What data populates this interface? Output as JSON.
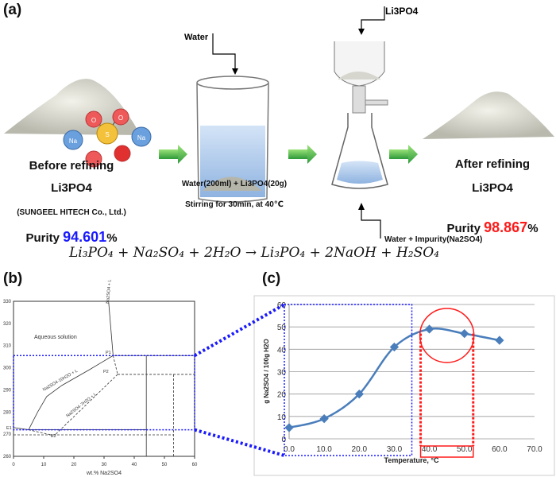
{
  "panel_a": {
    "label": "(a)",
    "pile_label": "Li3PO",
    "ion_na": "Na",
    "ion_o": "O",
    "ion_s": "S",
    "water_label": "Water",
    "top_label": "Li3PO4",
    "before": {
      "title": "Before refining",
      "compound": "Li3PO4",
      "supplier": "(SUNGEEL HITECH Co., Ltd.)",
      "purity_prefix": "Purity ",
      "purity_value": "94.601",
      "purity_suffix": "%"
    },
    "step": {
      "line1": "Water(200ml) + Li3PO4(20g)",
      "line2": "Stirring for 30min, at 40℃"
    },
    "after": {
      "title": "After refining",
      "compound": "Li3PO4",
      "purity_prefix": "Purity ",
      "purity_value": "98.867",
      "purity_suffix": "%"
    },
    "waste_label": "Water + Impurity(Na2SO4)",
    "equation": "Li₃PO₄ + Na₂SO₄ + 2H₂O → Li₃PO₄ + 2NaOH + H₂SO₄",
    "colors": {
      "before_purity": "#1a1aff",
      "after_purity": "#ff1a1a",
      "arrow": "#4cb848"
    }
  },
  "chart_data": [
    {
      "panel": "(b)",
      "type": "line",
      "xlabel": "wt.% Na2SO4",
      "ylabel": "",
      "xlim": [
        0,
        60
      ],
      "ylim": [
        260,
        330
      ],
      "xticks": [
        0,
        10,
        20,
        30,
        40,
        50,
        60
      ],
      "yticks": [
        260,
        270,
        280,
        290,
        300,
        310,
        320,
        330
      ],
      "annotations": [
        "Aqueous solution",
        "Na2SO4 + L",
        "Na2SO4·10H2O + L",
        "Na2SO4·7H2O + L",
        "P1",
        "P2",
        "E1",
        "E2"
      ],
      "series": [
        {
          "style": "solid",
          "points": [
            [
              0,
              273
            ],
            [
              5,
              272
            ]
          ]
        },
        {
          "style": "solid",
          "points": [
            [
              5,
              272
            ],
            [
              8,
              280
            ],
            [
              11,
              287
            ],
            [
              16,
              292
            ],
            [
              25,
              299
            ],
            [
              33,
              305.5
            ]
          ]
        },
        {
          "style": "solid",
          "points": [
            [
              33,
              305.5
            ],
            [
              31.5,
              330
            ]
          ]
        },
        {
          "style": "dashed",
          "points": [
            [
              33,
              305.5
            ],
            [
              34.5,
              297
            ]
          ]
        },
        {
          "style": "dashed",
          "points": [
            [
              34.5,
              297
            ],
            [
              14,
              270
            ]
          ]
        },
        {
          "style": "dashed",
          "points": [
            [
              5,
              272
            ],
            [
              13,
              269.5
            ]
          ]
        },
        {
          "style": "dashed",
          "points": [
            [
              0,
              269.7
            ],
            [
              53,
              269.7
            ]
          ]
        },
        {
          "style": "dashed",
          "points": [
            [
              34.5,
              297
            ],
            [
              60,
              297
            ]
          ]
        },
        {
          "style": "dashed",
          "points": [
            [
              53,
              260
            ],
            [
              53,
              297
            ]
          ]
        },
        {
          "style": "solid",
          "points": [
            [
              33,
              305.5
            ],
            [
              60,
              305.5
            ]
          ]
        },
        {
          "style": "solid",
          "points": [
            [
              44,
              260
            ],
            [
              44,
              305.5
            ]
          ]
        },
        {
          "style": "solid",
          "points": [
            [
              5,
              272
            ],
            [
              44,
              272
            ]
          ]
        }
      ],
      "highlight": {
        "ylim": [
          272,
          305.5
        ],
        "xlim": [
          0,
          60
        ],
        "color": "#1a1aff"
      }
    },
    {
      "panel": "(c)",
      "type": "line",
      "xlabel": "Temperature, °C",
      "ylabel": "g Na2SO4 / 100g H2O",
      "xlim": [
        0,
        70
      ],
      "ylim": [
        0,
        60
      ],
      "xticks": [
        "0.0",
        "10.0",
        "20.0",
        "30.0",
        "40.0",
        "50.0",
        "60.0",
        "70.0"
      ],
      "yticks": [
        0,
        10,
        20,
        30,
        40,
        50,
        60
      ],
      "grid": true,
      "series": [
        {
          "x": [
            0,
            10,
            20,
            30,
            40,
            50,
            60
          ],
          "y": [
            5,
            9,
            20,
            41,
            49,
            47,
            44
          ],
          "color": "#4a7ebb"
        }
      ],
      "highlight_blue": {
        "xlim": [
          0,
          35
        ],
        "color": "#1a1aff"
      },
      "highlight_red": {
        "xlim": [
          37.5,
          52.5
        ],
        "center": [
          45,
          49
        ],
        "color": "#ff1a1a"
      }
    }
  ]
}
